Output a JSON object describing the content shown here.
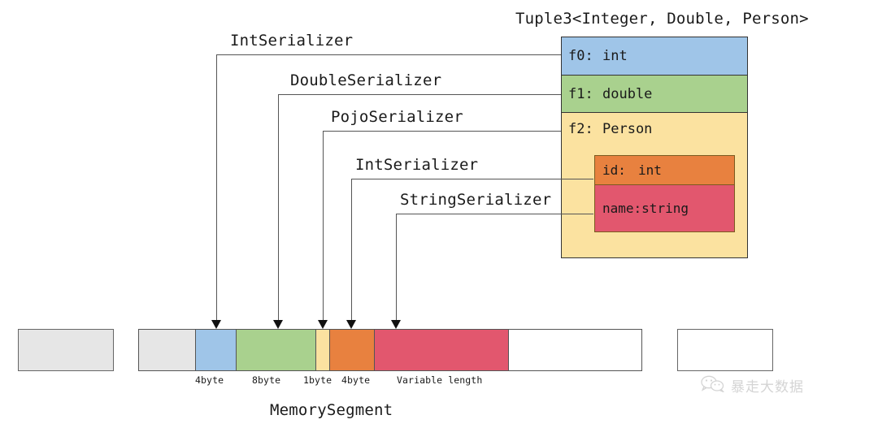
{
  "diagram": {
    "tuple_title": "Tuple3<Integer, Double, Person>",
    "memory_title": "MemorySegment"
  },
  "tuple": {
    "fields": [
      {
        "name": "f0:",
        "type": "int",
        "color": "#9FC5E8"
      },
      {
        "name": "f1:",
        "type": "double",
        "color": "#A9D18E"
      },
      {
        "name": "f2:",
        "type": "Person",
        "color": "#FBE2A0"
      }
    ],
    "person": {
      "fields": [
        {
          "name": "id:",
          "type": "int",
          "color": "#E8813F"
        },
        {
          "name": "name:",
          "type": "string",
          "color": "#E2576E"
        }
      ]
    }
  },
  "serializers": [
    {
      "label": "IntSerializer"
    },
    {
      "label": "DoubleSerializer"
    },
    {
      "label": "PojoSerializer"
    },
    {
      "label": "IntSerializer"
    },
    {
      "label": "StringSerializer"
    }
  ],
  "memory_segment": {
    "segments": [
      {
        "label": "",
        "color": "#E6E6E6"
      },
      {
        "label": "4byte",
        "color": "#9FC5E8"
      },
      {
        "label": "8byte",
        "color": "#A9D18E"
      },
      {
        "label": "1byte",
        "color": "#FBE2A0"
      },
      {
        "label": "4byte",
        "color": "#E8813F"
      },
      {
        "label": "Variable length",
        "color": "#E2576E"
      },
      {
        "label": "",
        "color": "#FFFFFF"
      }
    ]
  },
  "watermark": {
    "text": "暴走大数据",
    "icon": "wechat-icon"
  }
}
